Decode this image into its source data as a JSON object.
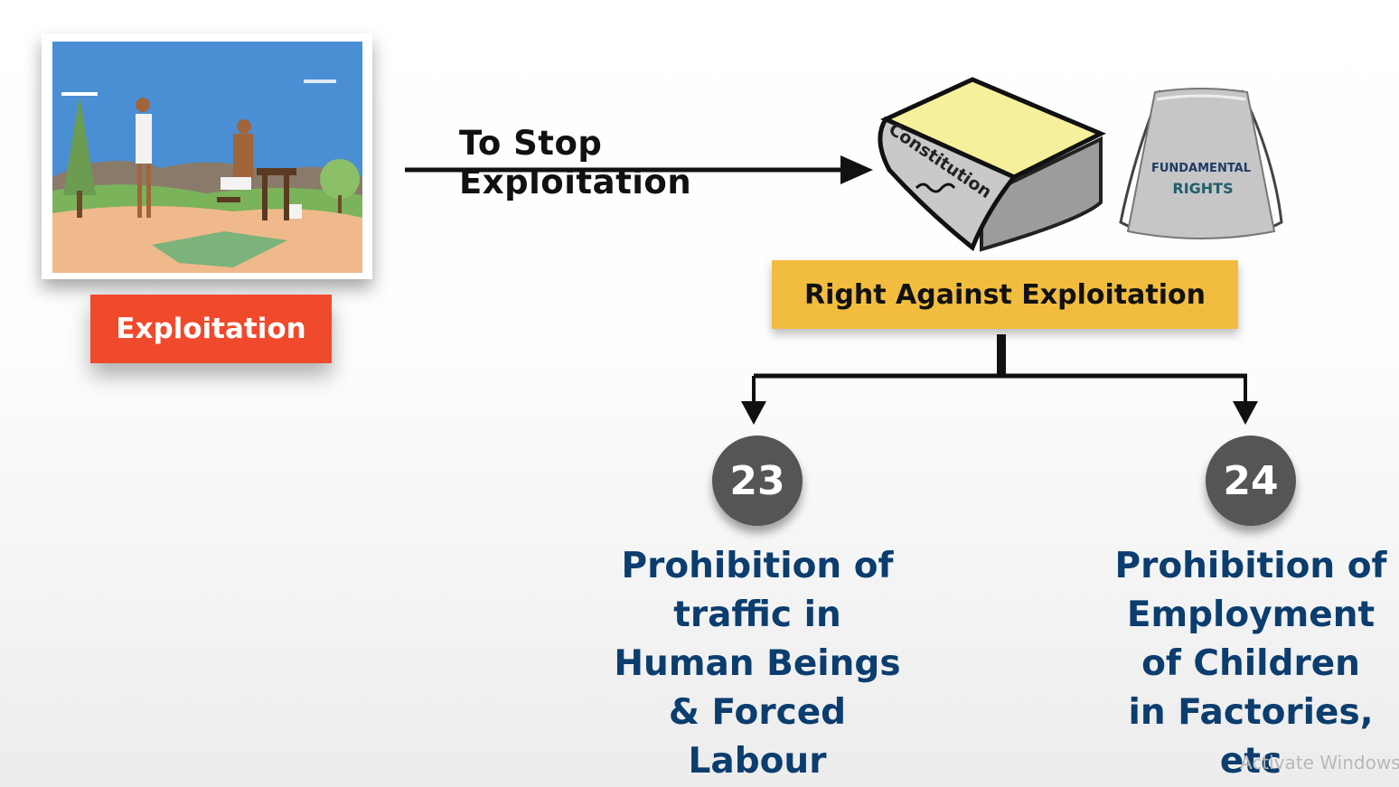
{
  "left_badge": {
    "label": "Exploitation"
  },
  "arrow": {
    "label": "To Stop Exploitation"
  },
  "book": {
    "spine_label": "Constitution"
  },
  "bag": {
    "line1": "FUNDAMENTAL",
    "line2": "RIGHTS"
  },
  "main_box": {
    "label": "Right Against Exploitation"
  },
  "branches": [
    {
      "number": "23",
      "lines": [
        "Prohibition of",
        "traffic in",
        "Human Beings",
        "& Forced",
        "Labour"
      ]
    },
    {
      "number": "24",
      "lines": [
        "Prohibition of",
        "Employment",
        "of Children",
        "in Factories,",
        "etc"
      ]
    }
  ],
  "watermark": {
    "text": "Activate Windows"
  },
  "colors": {
    "red_badge": "#f04a2c",
    "yellow_box": "#f2bd3e",
    "navy_text": "#0b3d6e",
    "circle_gray": "#555555"
  }
}
